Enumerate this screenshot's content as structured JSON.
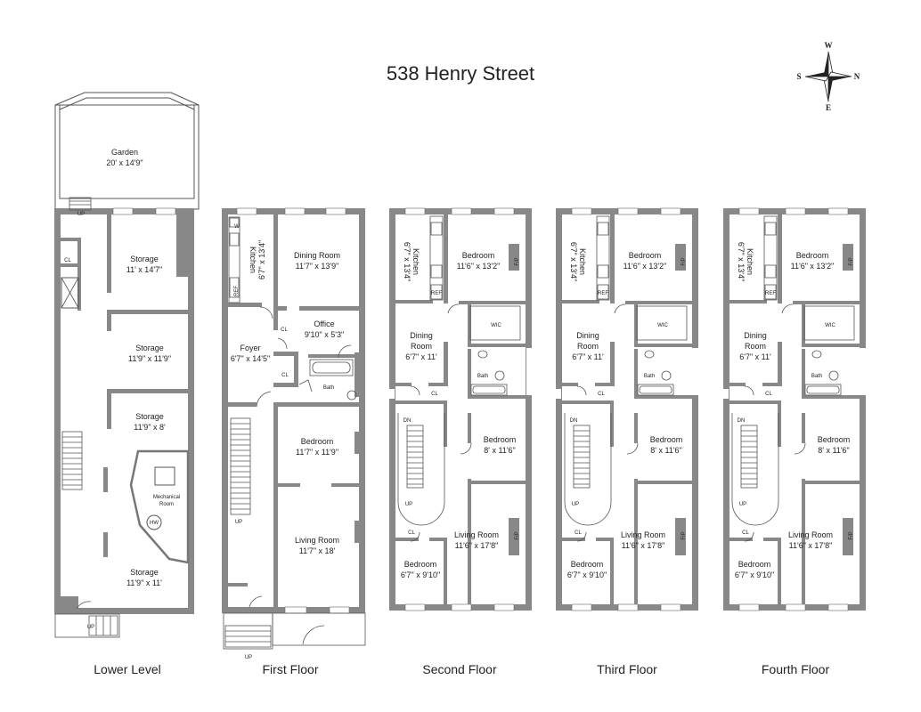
{
  "title": "538 Henry Street",
  "compass": {
    "n": "N",
    "s": "S",
    "e": "E",
    "w": "W"
  },
  "floors": {
    "lower": {
      "label": "Lower Level",
      "garden": {
        "name": "Garden",
        "dims": "20' x 14'9\""
      },
      "storage1": {
        "name": "Storage",
        "dims": "11' x 14'7\""
      },
      "storage2": {
        "name": "Storage",
        "dims": "11'9\" x 11'9\""
      },
      "storage3": {
        "name": "Storage",
        "dims": "11'9\" x 8'"
      },
      "mechanical": {
        "line1": "Mechanical",
        "line2": "Room"
      },
      "hw": "HW",
      "storage4": {
        "name": "Storage",
        "dims": "11'9\" x 11'"
      },
      "cl": "CL",
      "up_top": "UP",
      "up_bottom": "UP"
    },
    "first": {
      "label": "First Floor",
      "kitchen": {
        "name": "Kitchen",
        "dims": "6'7\" x 13'4\""
      },
      "w": "W",
      "ref": "REF",
      "dining": {
        "name": "Dining Room",
        "dims": "11'7\" x 13'9\""
      },
      "office": {
        "name": "Office",
        "dims": "9'10\" x 5'3\""
      },
      "cl1": "CL",
      "cl2": "CL",
      "foyer": {
        "name": "Foyer",
        "dims": "6'7\" x 14'5\""
      },
      "bath": "Bath",
      "bedroom": {
        "name": "Bedroom",
        "dims": "11'7\" x 11'9\""
      },
      "living": {
        "name": "Living Room",
        "dims": "11'7\" x 18'"
      },
      "up_stair": "UP",
      "up_front": "UP"
    },
    "second": {
      "label": "Second Floor",
      "kitchen": {
        "name": "Kitchen",
        "dims": "6'7\" x 13'4\""
      },
      "ref": "REF",
      "bedroom1": {
        "name": "Bedroom",
        "dims": "11'6\" x 13'2\""
      },
      "fp1": "F/P",
      "dining": {
        "line1": "Dining",
        "line2": "Room",
        "dims": "6'7\" x 11'"
      },
      "wic": "WIC",
      "bath": "Bath",
      "cl1": "CL",
      "bedroom2": {
        "name": "Bedroom",
        "dims": "8' x 11'6\""
      },
      "dn": "DN",
      "up": "UP",
      "cl2": "CL",
      "living": {
        "name": "Living Room",
        "dims": "11'6\" x 17'8\""
      },
      "fp2": "F/P",
      "bedroom3": {
        "name": "Bedroom",
        "dims": "6'7\" x 9'10\""
      }
    },
    "third": {
      "label": "Third Floor",
      "kitchen": {
        "name": "Kitchen",
        "dims": "6'7\" x 13'4\""
      },
      "ref": "REF",
      "bedroom1": {
        "name": "Bedroom",
        "dims": "11'6\" x 13'2\""
      },
      "fp1": "F/P",
      "dining": {
        "line1": "Dining",
        "line2": "Room",
        "dims": "6'7\" x 11'"
      },
      "wic": "WIC",
      "bath": "Bath",
      "cl1": "CL",
      "bedroom2": {
        "name": "Bedroom",
        "dims": "8' x 11'6\""
      },
      "dn": "DN",
      "up": "UP",
      "cl2": "CL",
      "living": {
        "name": "Living Room",
        "dims": "11'6\" x 17'8\""
      },
      "fp2": "F/P",
      "bedroom3": {
        "name": "Bedroom",
        "dims": "6'7\" x 9'10\""
      }
    },
    "fourth": {
      "label": "Fourth Floor",
      "kitchen": {
        "name": "Kitchen",
        "dims": "6'7\" x 13'4\""
      },
      "ref": "REF",
      "bedroom1": {
        "name": "Bedroom",
        "dims": "11'6\" x 13'2\""
      },
      "fp1": "F/P",
      "dining": {
        "line1": "Dining",
        "line2": "Room",
        "dims": "6'7\" x 11'"
      },
      "wic": "WIC",
      "bath": "Bath",
      "cl1": "CL",
      "bedroom2": {
        "name": "Bedroom",
        "dims": "8' x 11'6\""
      },
      "dn": "DN",
      "up": "UP",
      "cl2": "CL",
      "living": {
        "name": "Living Room",
        "dims": "11'6\" x 17'8\""
      },
      "fp2": "F/P",
      "bedroom3": {
        "name": "Bedroom",
        "dims": "6'7\" x 9'10\""
      }
    }
  }
}
